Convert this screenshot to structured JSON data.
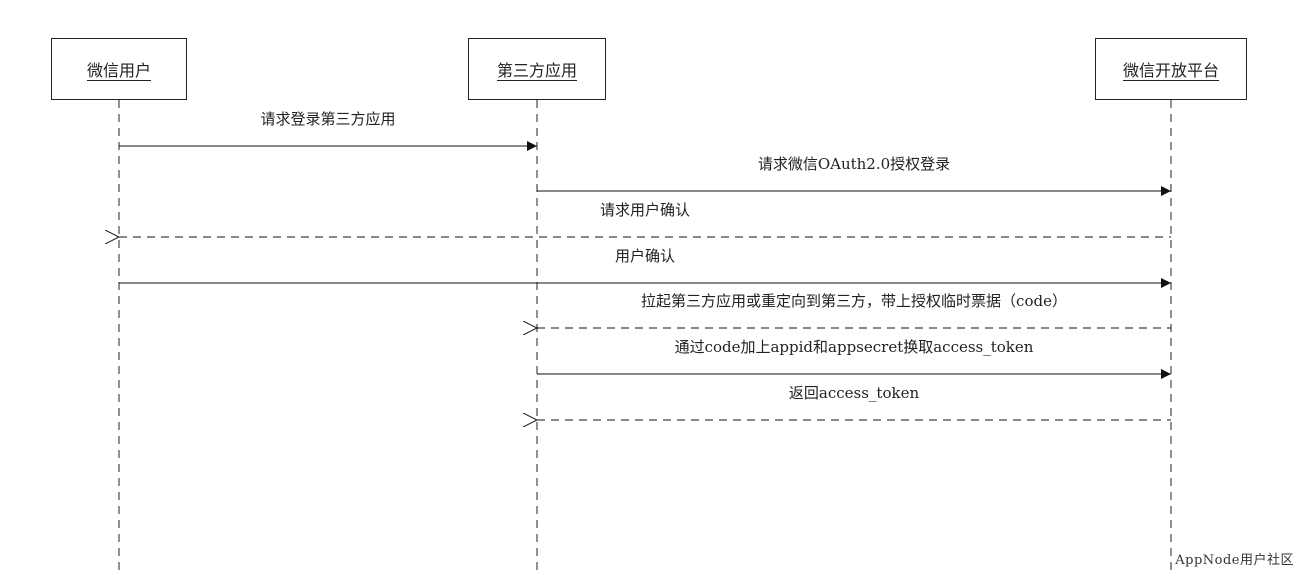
{
  "diagram": {
    "type": "sequence",
    "participants": [
      {
        "id": "user",
        "label": "微信用户"
      },
      {
        "id": "app",
        "label": "第三方应用"
      },
      {
        "id": "platform",
        "label": "微信开放平台"
      }
    ],
    "messages": [
      {
        "from": "user",
        "to": "app",
        "label": "请求登录第三方应用",
        "style": "solid"
      },
      {
        "from": "app",
        "to": "platform",
        "label": "请求微信OAuth2.0授权登录",
        "style": "solid"
      },
      {
        "from": "platform",
        "to": "user",
        "label": "请求用户确认",
        "style": "dashed"
      },
      {
        "from": "user",
        "to": "platform",
        "label": "用户确认",
        "style": "solid"
      },
      {
        "from": "platform",
        "to": "app",
        "label": "拉起第三方应用或重定向到第三方，带上授权临时票据（code）",
        "style": "dashed"
      },
      {
        "from": "app",
        "to": "platform",
        "label": "通过code加上appid和appsecret换取access_token",
        "style": "solid"
      },
      {
        "from": "platform",
        "to": "app",
        "label": "返回access_token",
        "style": "dashed"
      }
    ]
  },
  "watermark": "AppNode用户社区"
}
